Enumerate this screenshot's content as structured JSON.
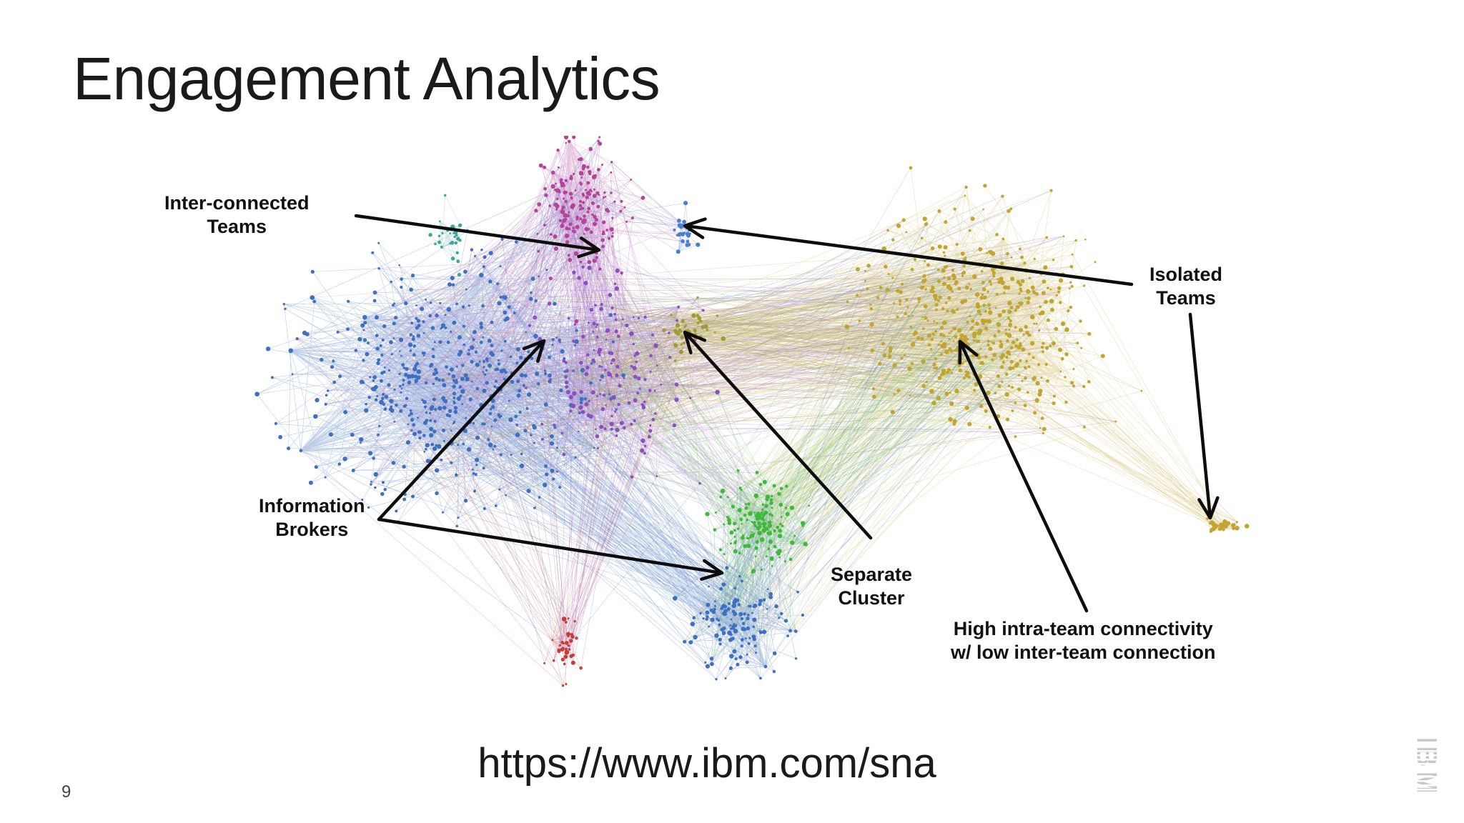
{
  "slide": {
    "title": "Engagement Analytics",
    "url": "https://www.ibm.com/sna",
    "page_number": "9",
    "logo_text": "IBM"
  },
  "annotations": {
    "interconnected": [
      "Inter-connected",
      "Teams"
    ],
    "isolated": [
      "Isolated",
      "Teams"
    ],
    "brokers": [
      "Information",
      "Brokers"
    ],
    "separate": [
      "Separate",
      "Cluster"
    ],
    "intra": [
      "High intra-team connectivity",
      "w/ low inter-team connection"
    ]
  },
  "clusters": [
    {
      "team": "blue-main",
      "color": "#3f6fc1"
    },
    {
      "team": "magenta",
      "color": "#b2449c"
    },
    {
      "team": "purple",
      "color": "#8a4fc4"
    },
    {
      "team": "gold",
      "color": "#c2a531"
    },
    {
      "team": "green",
      "color": "#3fb93a"
    },
    {
      "team": "blue-lower",
      "color": "#3f6fc1"
    },
    {
      "team": "red",
      "color": "#c93b3b"
    },
    {
      "team": "teal",
      "color": "#3ea59a"
    },
    {
      "team": "blue-small",
      "color": "#4a7fd0"
    },
    {
      "team": "olive",
      "color": "#a39a2f"
    },
    {
      "team": "gold-isolated",
      "color": "#c2a531"
    }
  ],
  "colors": {
    "arrow": "#0d0d0d",
    "text": "#111111",
    "logo": "#c8c8c8"
  }
}
